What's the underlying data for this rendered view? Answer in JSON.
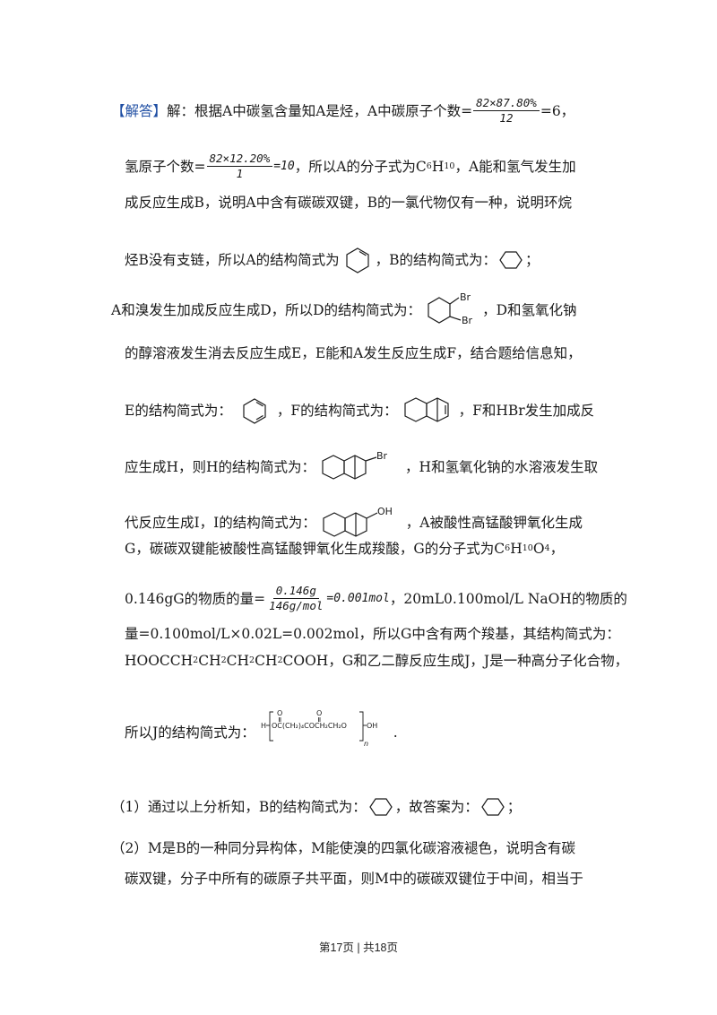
{
  "answer": {
    "tag": "【解答】",
    "l1": {
      "a": "解：根据A中碳氢含量知A是烃，A中碳原子个数=",
      "frac_num": "82×87.80%",
      "frac_den": "12",
      "b": "=6，"
    },
    "l2": {
      "a": "氢原子个数=",
      "frac_num": "82×12.20%",
      "frac_den": "1",
      "eq": "=10",
      "b": "，所以A的分子式为C",
      "sub1": "6",
      "c": "H",
      "sub2": "10",
      "d": "，A能和氢气发生加"
    },
    "l3": "成反应生成B，说明A中含有碳碳双键，B的一氯代物仅有一种，说明环烷",
    "l4": {
      "a": "烃B没有支链，所以A的结构简式为",
      "b": "，B的结构简式为：",
      "c": "；"
    },
    "l5": {
      "a": "A和溴发生加成反应生成D，所以D的结构简式为：",
      "b": "，D和氢氧化钠"
    },
    "l6": "的醇溶液发生消去反应生成E，E能和A发生反应生成F，结合题给信息知，",
    "l7": {
      "a": "E的结构简式为：",
      "b": "，F的结构简式为：",
      "c": "，F和HBr发生加成反"
    },
    "l8": {
      "a": "应生成H，则H的结构简式为：",
      "b": "，H和氢氧化钠的水溶液发生取"
    },
    "l9": {
      "a": "代反应生成I，I的结构简式为：",
      "b": "，A被酸性高锰酸钾氧化生成"
    },
    "l10": {
      "a": "G，碳碳双键能被酸性高锰酸钾氧化生成羧酸，G的分子式为C",
      "sub1": "6",
      "b": "H",
      "sub2": "10",
      "c": "O",
      "sub3": "4",
      "d": "，"
    },
    "l11": {
      "a": "0.146gG的物质的量=",
      "frac_num": "0.146g",
      "frac_den": "146g/mol",
      "eq": "=0.001mol",
      "b": "，20mL0.100mol/L NaOH的物质的"
    },
    "l12": "量=0.100mol/L×0.02L=0.002mol，所以G中含有两个羧基，其结构简式为：",
    "l13": {
      "a": "HOOCCH",
      "s1": "2",
      "b": "CH",
      "s2": "2",
      "c": "CH",
      "s3": "2",
      "d": "CH",
      "s4": "2",
      "e": "COOH，G和乙二醇反应生成J，J是一种高分子化合物，"
    },
    "l14": {
      "a": "所以J的结构简式为：",
      "b": "."
    }
  },
  "q1": {
    "a": "（1）通过以上分析知，B的结构简式为：",
    "b": "，故答案为：",
    "c": "；"
  },
  "q2": {
    "l1": "（2）M是B的一种同分异构体，M能使溴的四氯化碳溶液褪色，说明含有碳",
    "l2": "碳双键，分子中所有的碳原子共平面，则M中的碳碳双键位于中间，相当于"
  },
  "labels": {
    "br": "Br",
    "oh": "OH",
    "polymer_main": "OC(CH₂)₄COCH₂CH₂O",
    "polymer_h": "H",
    "polymer_oh": "OH",
    "polymer_o": "O",
    "polymer_n": "n"
  },
  "footer": "第17页 | 共18页"
}
